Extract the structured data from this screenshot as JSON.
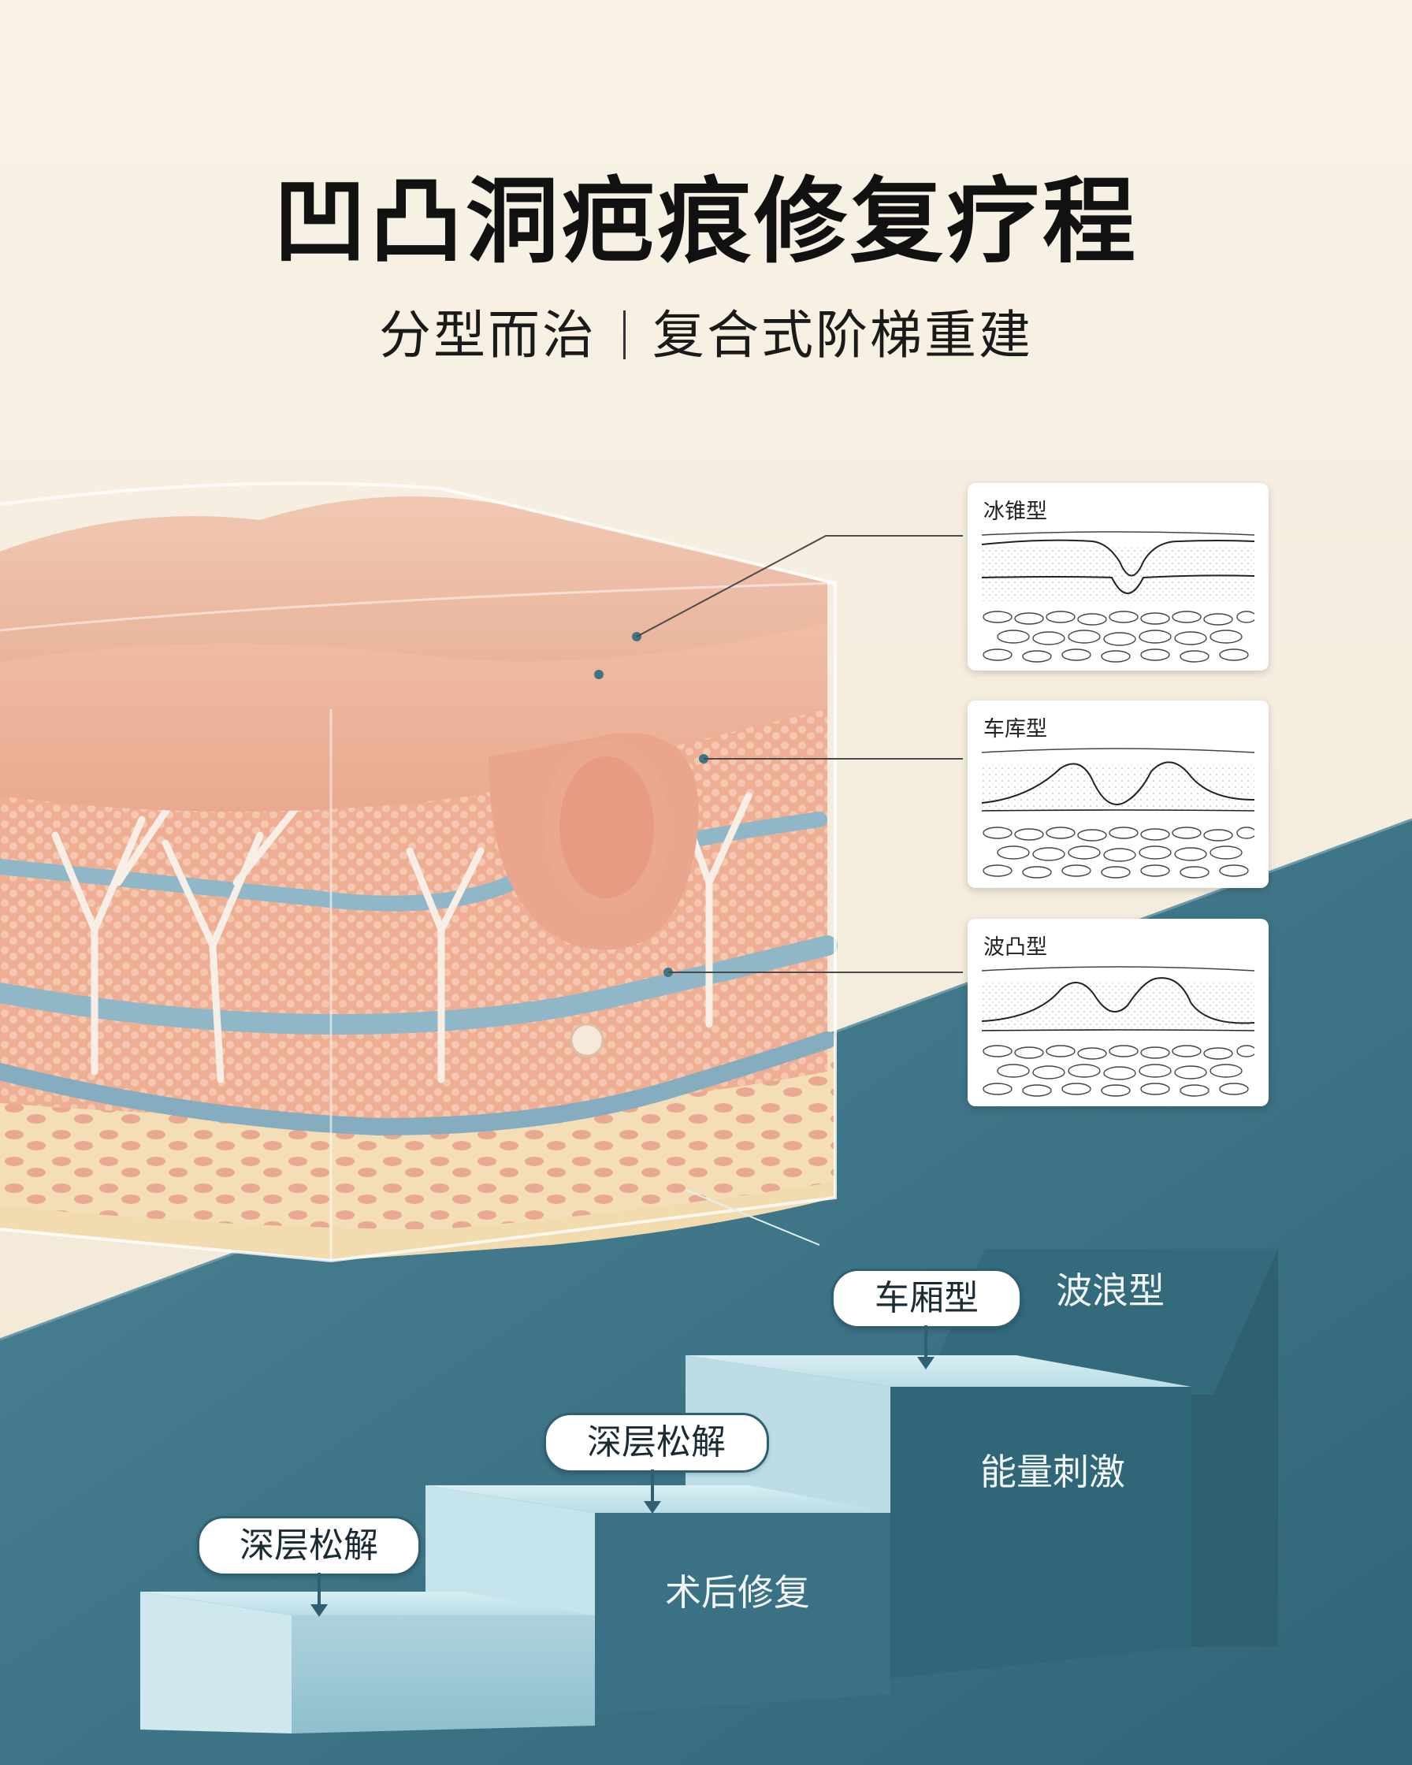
{
  "title": "凹凸洞疤痕修复疗程",
  "subtitle": {
    "left": "分型而治",
    "right": "复合式阶梯重建"
  },
  "scar_types": [
    {
      "label": "冰锥型"
    },
    {
      "label": "车库型"
    },
    {
      "label": "波凸型"
    }
  ],
  "steps": {
    "pill_1": "深层松解",
    "pill_2": "深层松解",
    "pill_3": "车厢型",
    "label_top_right": "波浪型",
    "label_mid": "能量刺激",
    "label_bottom": "术后修复"
  },
  "colors": {
    "background": "#f6efe1",
    "teal": "#2e5f73",
    "skin": "#efb79f",
    "blue_layer": "#8fb7c7"
  }
}
